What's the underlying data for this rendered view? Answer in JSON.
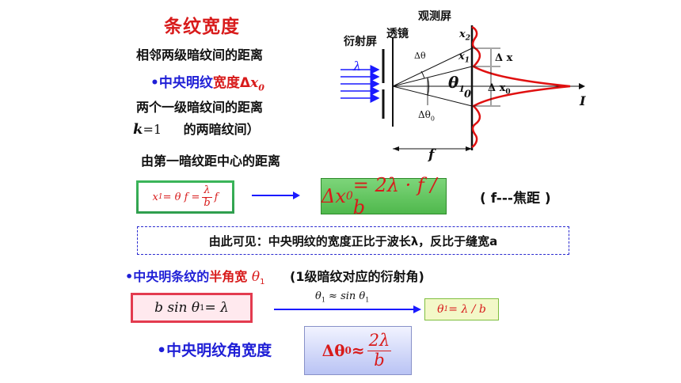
{
  "title": "条纹宽度",
  "lines": {
    "l1": "相邻两级暗纹间的距离",
    "l2_prefix": "•中央明纹",
    "l2_red": "宽度Δ",
    "l2_var": "x",
    "l2_sub": "0",
    "l3": "两个一级暗纹间的距离",
    "l4_k": "k",
    "l4_eq": "=1",
    "l4_rest": "的两暗纹间）",
    "l5": "由此可见：中央明纹的宽度正比于波长λ，反比于缝宽a",
    "l6": "由第一暗纹距中心的距离"
  },
  "eq1": {
    "lhs": "x",
    "sub": "1",
    "mid": " = θ f = ",
    "num": "λ",
    "den": "b",
    "tail": " f"
  },
  "eq2": {
    "text": "Δx",
    "sub": "0",
    "rhs": " = 2λ · f / b"
  },
  "arrow_note": "( f---焦距 )",
  "half_angle": {
    "prefix": "•中央明条纹的",
    "red": "半角宽",
    "theta": "θ",
    "sub": "1",
    "note": "(1级暗纹对应的衍射角)"
  },
  "eq3": {
    "text": "b sin θ",
    "sub": "1",
    "rhs": " = λ"
  },
  "approx": {
    "text": "θ",
    "sub1": "1",
    "mid": " ≈ sin θ",
    "sub2": "1"
  },
  "eq4": {
    "text": "θ",
    "sub": "1",
    "rhs": " = λ / b"
  },
  "angle_width": {
    "label": "•中央明纹角宽度"
  },
  "eq5": {
    "lhs": "Δθ",
    "sub": "0",
    "approx": " ≈ ",
    "num": "2λ",
    "den": "b"
  },
  "diagram": {
    "labels": {
      "screen": "观测屏",
      "slit": "衍射屏",
      "lens": "透镜",
      "lambda": "λ",
      "x2": "x",
      "x2sub": "2",
      "x1": "x",
      "x1sub": "1",
      "dtheta": "Δθ",
      "theta1": "θ",
      "theta1sub": "1",
      "zero": "0",
      "dtheta0": "Δθ",
      "dtheta0sub": "0",
      "dx": "Δ x",
      "dx0": "Δ x",
      "dx0sub": "0",
      "f": "f",
      "I": "I"
    },
    "colors": {
      "curve": "#e01010",
      "rays": "#1a1aff",
      "lines": "#111111"
    }
  }
}
